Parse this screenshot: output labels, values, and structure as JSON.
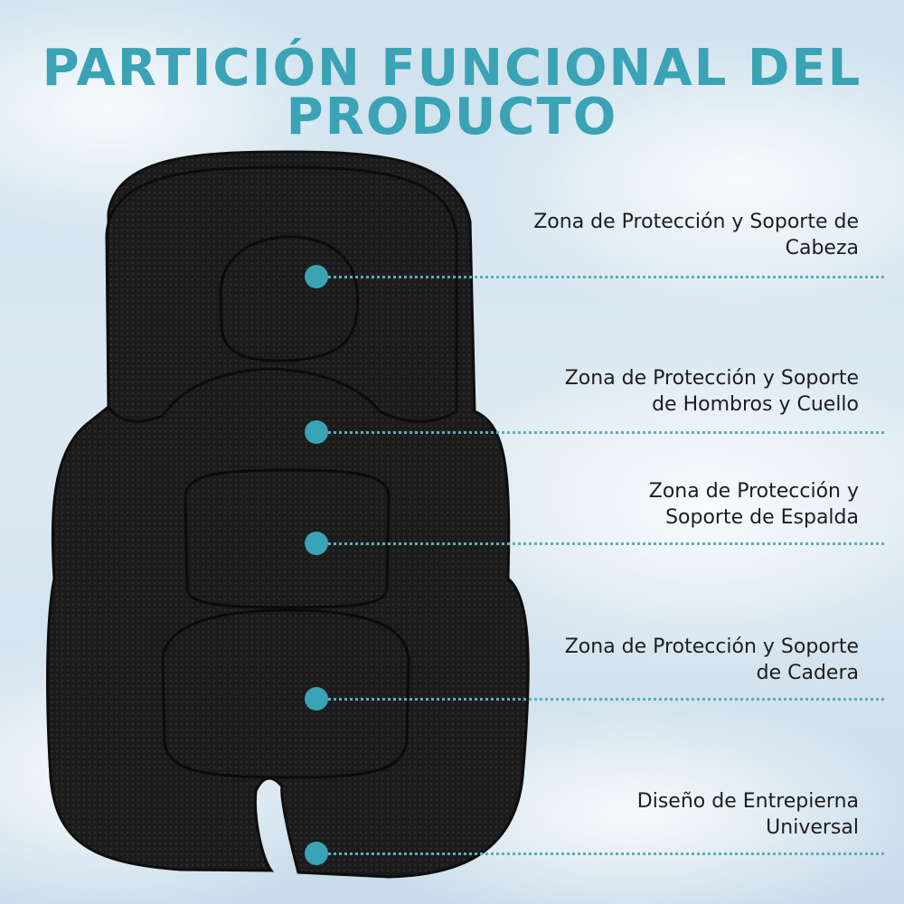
{
  "title": {
    "line1": "PARTICIÓN FUNCIONAL DEL",
    "line2": "PRODUCTO"
  },
  "colors": {
    "title": "#3aa3b5",
    "marker": "#3aa3b5",
    "product": "#1a1a1a",
    "text": "#1d1d1d"
  },
  "zones": [
    {
      "line1": "Zona de Protección y Soporte de",
      "line2": "Cabeza"
    },
    {
      "line1": "Zona de Protección y Soporte",
      "line2": "de Hombros y Cuello"
    },
    {
      "line1": "Zona de Protección y",
      "line2": "Soporte de Espalda"
    },
    {
      "line1": "Zona de Protección y Soporte",
      "line2": "de Cadera"
    },
    {
      "line1": "Diseño de Entrepierna",
      "line2": "Universal"
    }
  ]
}
